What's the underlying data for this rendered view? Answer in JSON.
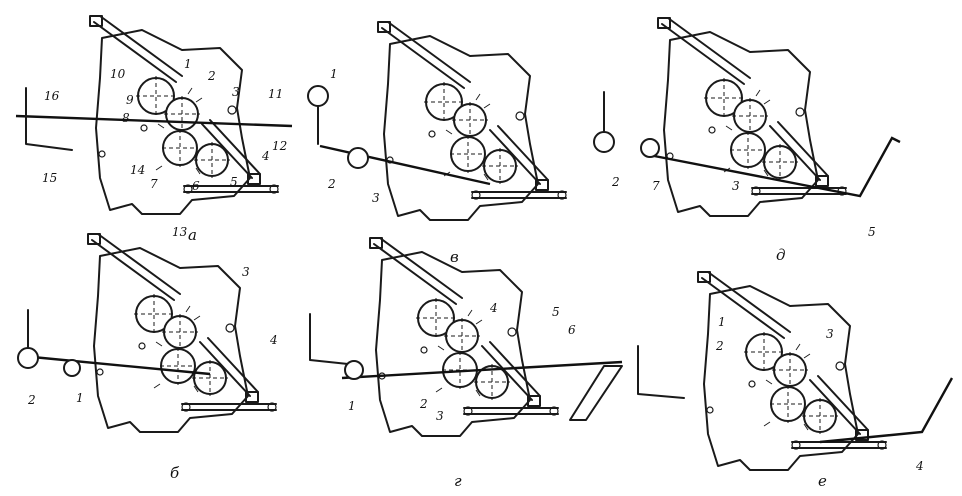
{
  "panels": [
    {
      "key": "a",
      "caption": "а",
      "labels": [
        "1",
        "2",
        "3",
        "4",
        "5",
        "6",
        "7",
        "8",
        "9",
        "10",
        "11",
        "12",
        "13",
        "14",
        "15",
        "16"
      ]
    },
    {
      "key": "b",
      "caption": "б",
      "labels": [
        "1",
        "2",
        "3",
        "4"
      ]
    },
    {
      "key": "v",
      "caption": "в",
      "labels": [
        "1",
        "2",
        "3"
      ]
    },
    {
      "key": "g",
      "caption": "г",
      "labels": [
        "1",
        "2",
        "3",
        "4",
        "5",
        "6"
      ]
    },
    {
      "key": "d",
      "caption": "д",
      "labels": [
        "2",
        "7",
        "3",
        "5"
      ]
    },
    {
      "key": "e",
      "caption": "е",
      "labels": [
        "1",
        "2",
        "3",
        "4"
      ]
    }
  ]
}
